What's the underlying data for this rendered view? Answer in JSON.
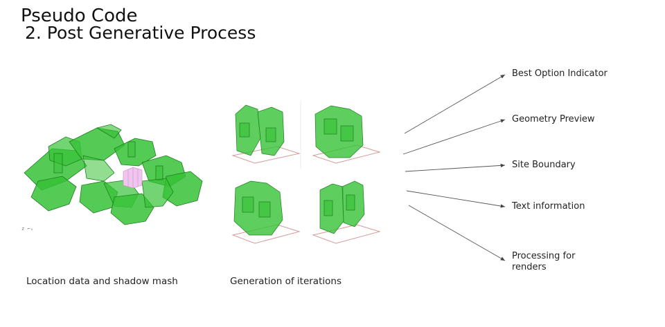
{
  "header": {
    "title": "Pseudo Code",
    "subtitle": "2. Post Generative Process"
  },
  "captions": {
    "site": "Location data and shadow mash",
    "iterations": "Generation of iterations"
  },
  "axis_glyph": "z ⌐ₓ",
  "outputs": [
    "Best Option Indicator",
    "Geometry Preview",
    "Site Boundary",
    "Text information",
    "Processing for renders"
  ],
  "colors": {
    "mass_fill": "#36c236",
    "mass_edge": "#1f7d1f",
    "highlight_fill": "#f1c6ee",
    "boundary": "#d69a9a",
    "arrow": "#555555"
  }
}
